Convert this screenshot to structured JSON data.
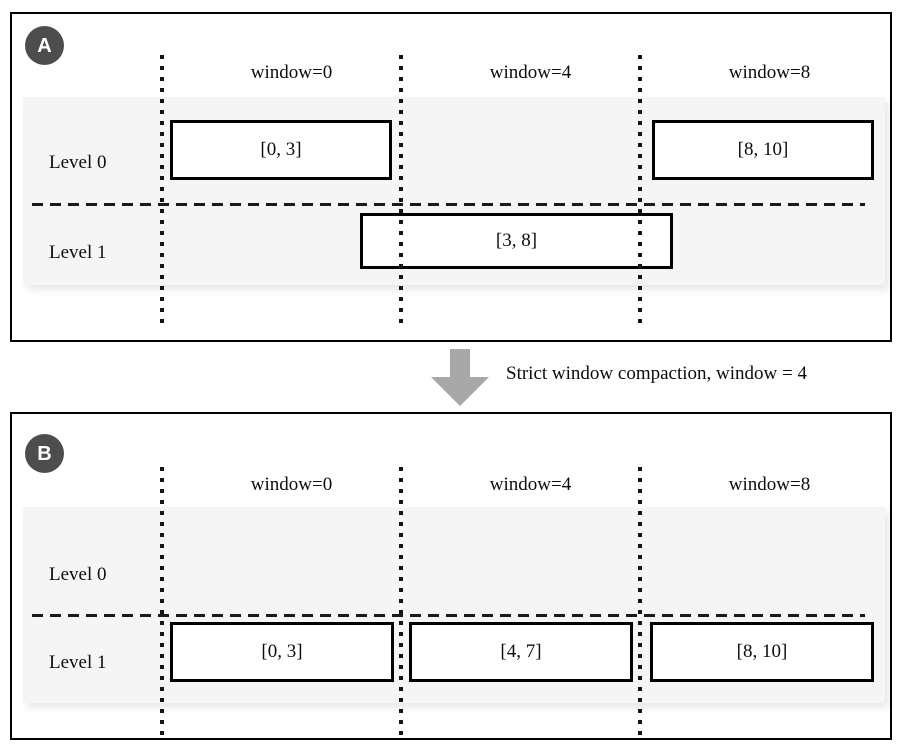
{
  "figure": {
    "caption": "Strict window compaction, window = 4",
    "arrow_icon": "down-arrow-icon",
    "arrow_color": "#a8a8a8",
    "badge_color": "#4d4d4d",
    "band_color": "#f5f5f5",
    "box_border_color": "#000000",
    "grid_line_color": "#1a1a1a"
  },
  "columns": [
    {
      "label": "window=0"
    },
    {
      "label": "window=4"
    },
    {
      "label": "window=8"
    }
  ],
  "panels": [
    {
      "badge": "A",
      "rows": [
        {
          "label": "Level 0",
          "boxes": [
            {
              "text": "[0, 3]",
              "column": 0
            },
            {
              "text": "[8, 10]",
              "column": 2
            }
          ]
        },
        {
          "label": "Level 1",
          "boxes": [
            {
              "text": "[3, 8]",
              "column": 1
            }
          ]
        }
      ]
    },
    {
      "badge": "B",
      "rows": [
        {
          "label": "Level 0",
          "boxes": []
        },
        {
          "label": "Level 1",
          "boxes": [
            {
              "text": "[0, 3]",
              "column": 0
            },
            {
              "text": "[4, 7]",
              "column": 1
            },
            {
              "text": "[8, 10]",
              "column": 2
            }
          ]
        }
      ]
    }
  ]
}
